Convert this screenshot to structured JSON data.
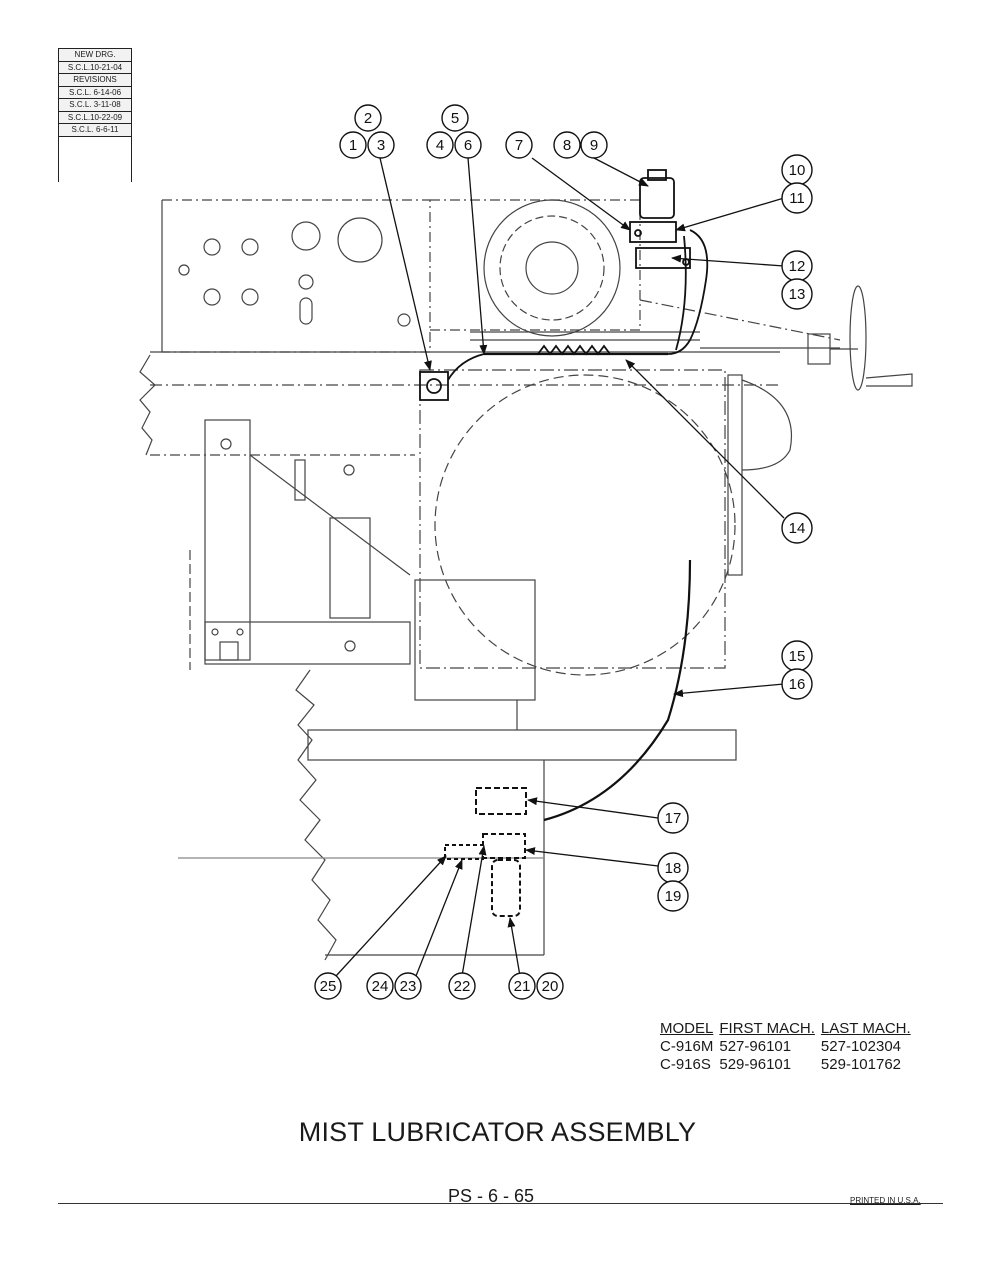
{
  "revisions": [
    "NEW DRG.",
    "S.C.L.10-21-04",
    "REVISIONS",
    "S.C.L. 6-14-06",
    "S.C.L. 3-11-08",
    "S.C.L.10-22-09",
    "S.C.L. 6-6-11"
  ],
  "callouts": [
    "1",
    "2",
    "3",
    "4",
    "5",
    "6",
    "7",
    "8",
    "9",
    "10",
    "11",
    "12",
    "13",
    "14",
    "15",
    "16",
    "17",
    "18",
    "19",
    "20",
    "21",
    "22",
    "23",
    "24",
    "25"
  ],
  "model_table": {
    "headers": [
      "MODEL",
      "FIRST MACH.",
      "LAST MACH."
    ],
    "rows": [
      [
        "C-916M",
        "527-96101",
        "527-102304"
      ],
      [
        "C-916S",
        "529-96101",
        "529-101762"
      ]
    ]
  },
  "title": "MIST LUBRICATOR ASSEMBLY",
  "page_number": "PS - 6 - 65",
  "printed": "PRINTED IN U.S.A."
}
